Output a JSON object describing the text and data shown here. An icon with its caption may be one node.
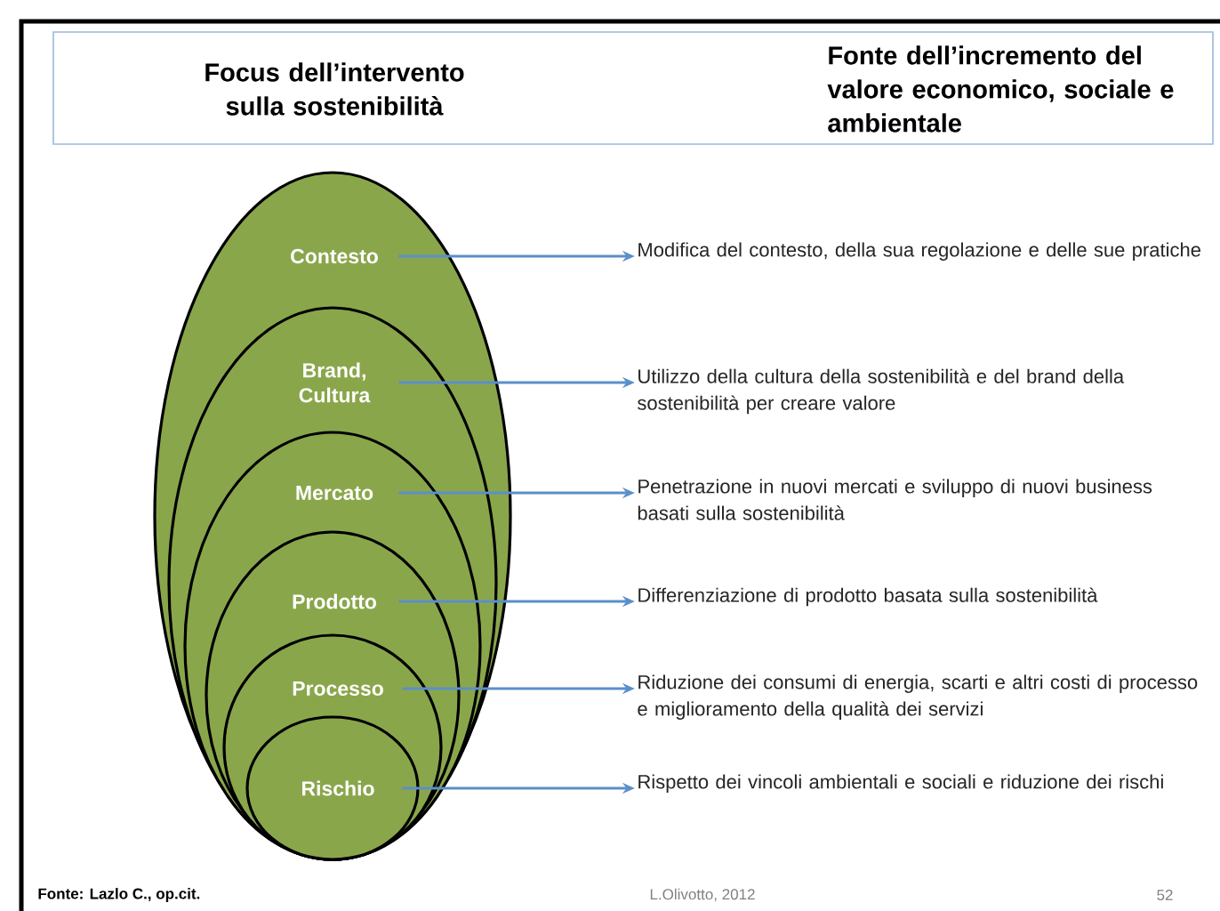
{
  "diagram": {
    "nodes": [
      {
        "text": [
          "Focus dell’intervento sulla sostenibilità",
          "Fonte dell’incremento del valore economico, sociale e ambientale"
        ]
      },
      {
        "text": [
          "Contesto"
        ]
      },
      {
        "text": [
          "Brand, Cultura"
        ],
        "in": 1
      },
      {
        "text": [
          "Mercato"
        ],
        "in": 2
      },
      {
        "text": [
          "Prodotto"
        ],
        "in": 3
      },
      {
        "text": [
          "Processo"
        ],
        "in": 4
      },
      {
        "text": [
          "Rischio"
        ],
        "in": 5
      },
      {
        "text": [
          "Modifica del contesto, della sua regolazione e delle sue pratiche"
        ]
      },
      {
        "text": [
          "Utilizzo della cultura della sostenibilità e del brand della sostenibilità per creare valore"
        ]
      },
      {
        "text": [
          "Penetrazione in nuovi mercati e sviluppo di nuovi business basati sulla sostenibilità"
        ]
      },
      {
        "text": [
          "Differenziazione di prodotto basata sulla sostenibilità"
        ]
      },
      {
        "text": [
          "Riduzione dei consumi di energia, scarti e altri costi di processo e miglioramento della qualità dei servizi"
        ]
      },
      {
        "text": [
          "Rispetto dei vincoli ambientali e sociali e riduzione dei rischi"
        ]
      }
    ],
    "edges": [
      {
        "from": 1,
        "to": 7,
        "arrow": "to"
      },
      {
        "from": 2,
        "to": 8,
        "arrow": "to"
      },
      {
        "from": 3,
        "to": 9,
        "arrow": "to"
      },
      {
        "from": 4,
        "to": 10,
        "arrow": "to"
      },
      {
        "from": 5,
        "to": 11,
        "arrow": "to"
      },
      {
        "from": 6,
        "to": 12,
        "arrow": "to"
      }
    ],
    "labels": [
      "Fonte: Lazlo C., op.cit.",
      "L.Olivotto, 2012",
      "52"
    ]
  }
}
